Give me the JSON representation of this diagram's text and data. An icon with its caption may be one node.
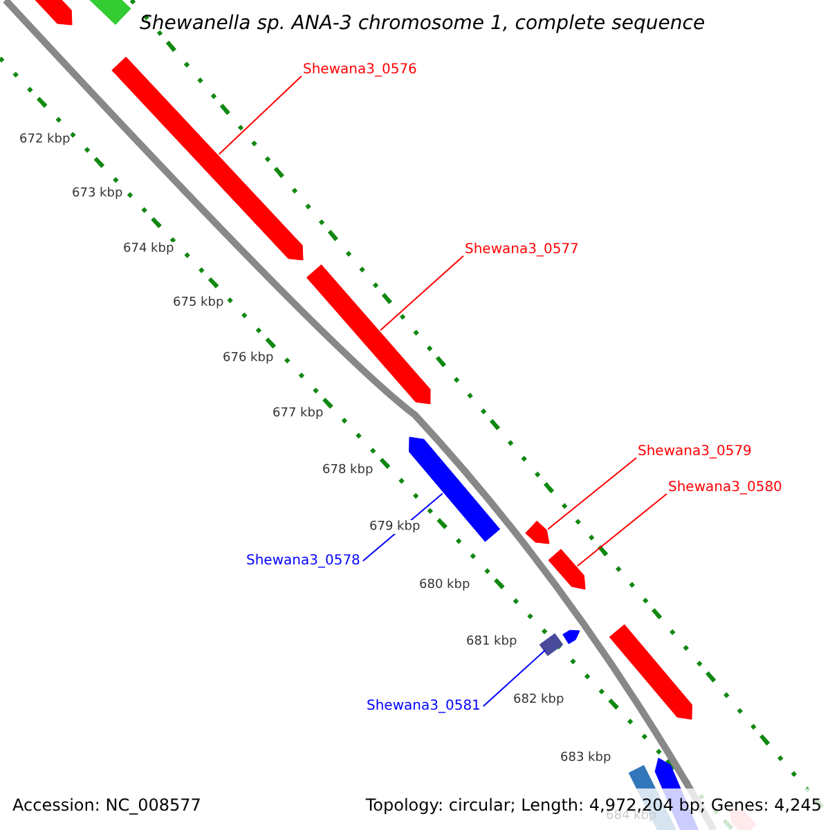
{
  "diagram": {
    "title": "Shewanella sp. ANA-3 chromosome 1, complete sequence",
    "nodes": [
      {
        "text": [],
        "shape": "arrow"
      },
      {
        "text": [],
        "shape": "arrow"
      },
      {
        "text": [],
        "shape": "arrow"
      },
      {
        "text": [],
        "shape": "arrow"
      },
      {
        "text": [],
        "shape": "arrow"
      },
      {
        "text": [],
        "shape": "arrow"
      },
      {
        "text": [],
        "shape": "arrow"
      },
      {
        "text": [],
        "shape": "box"
      },
      {
        "text": [],
        "shape": "arrow"
      },
      {
        "text": [],
        "shape": "arrow"
      },
      {
        "text": [],
        "shape": "arrow"
      },
      {
        "text": [],
        "shape": "arrow"
      },
      {
        "text": [],
        "shape": "arrow"
      },
      {
        "text": [
          "Shewana3_0576"
        ]
      },
      {
        "text": [
          "Shewana3_0577"
        ]
      },
      {
        "text": [
          "Shewana3_0579"
        ]
      },
      {
        "text": [
          "Shewana3_0580"
        ]
      },
      {
        "text": [
          "Shewana3_0578"
        ]
      },
      {
        "text": [
          "Shewana3_0581"
        ]
      }
    ],
    "edges": [
      {
        "from": 13,
        "to": 2,
        "arrow": "none",
        "color": "#ff0000"
      },
      {
        "from": 14,
        "to": 3,
        "arrow": "none",
        "color": "#ff0000"
      },
      {
        "from": 15,
        "to": 5,
        "arrow": "none",
        "color": "#ff0000"
      },
      {
        "from": 16,
        "to": 6,
        "arrow": "none",
        "color": "#ff0000"
      },
      {
        "from": 17,
        "to": 4,
        "arrow": "none",
        "color": "#0000ff"
      },
      {
        "from": 18,
        "to": 7,
        "arrow": "none",
        "color": "#0000ff"
      }
    ],
    "labels": [
      "672 kbp",
      "673 kbp",
      "674 kbp",
      "675 kbp",
      "676 kbp",
      "677 kbp",
      "678 kbp",
      "679 kbp",
      "680 kbp",
      "681 kbp",
      "682 kbp",
      "683 kbp",
      "684 kbp",
      "Accession: NC_008577",
      "Topology: circular; Length: 4,972,204 bp; Genes: 4,245"
    ]
  }
}
